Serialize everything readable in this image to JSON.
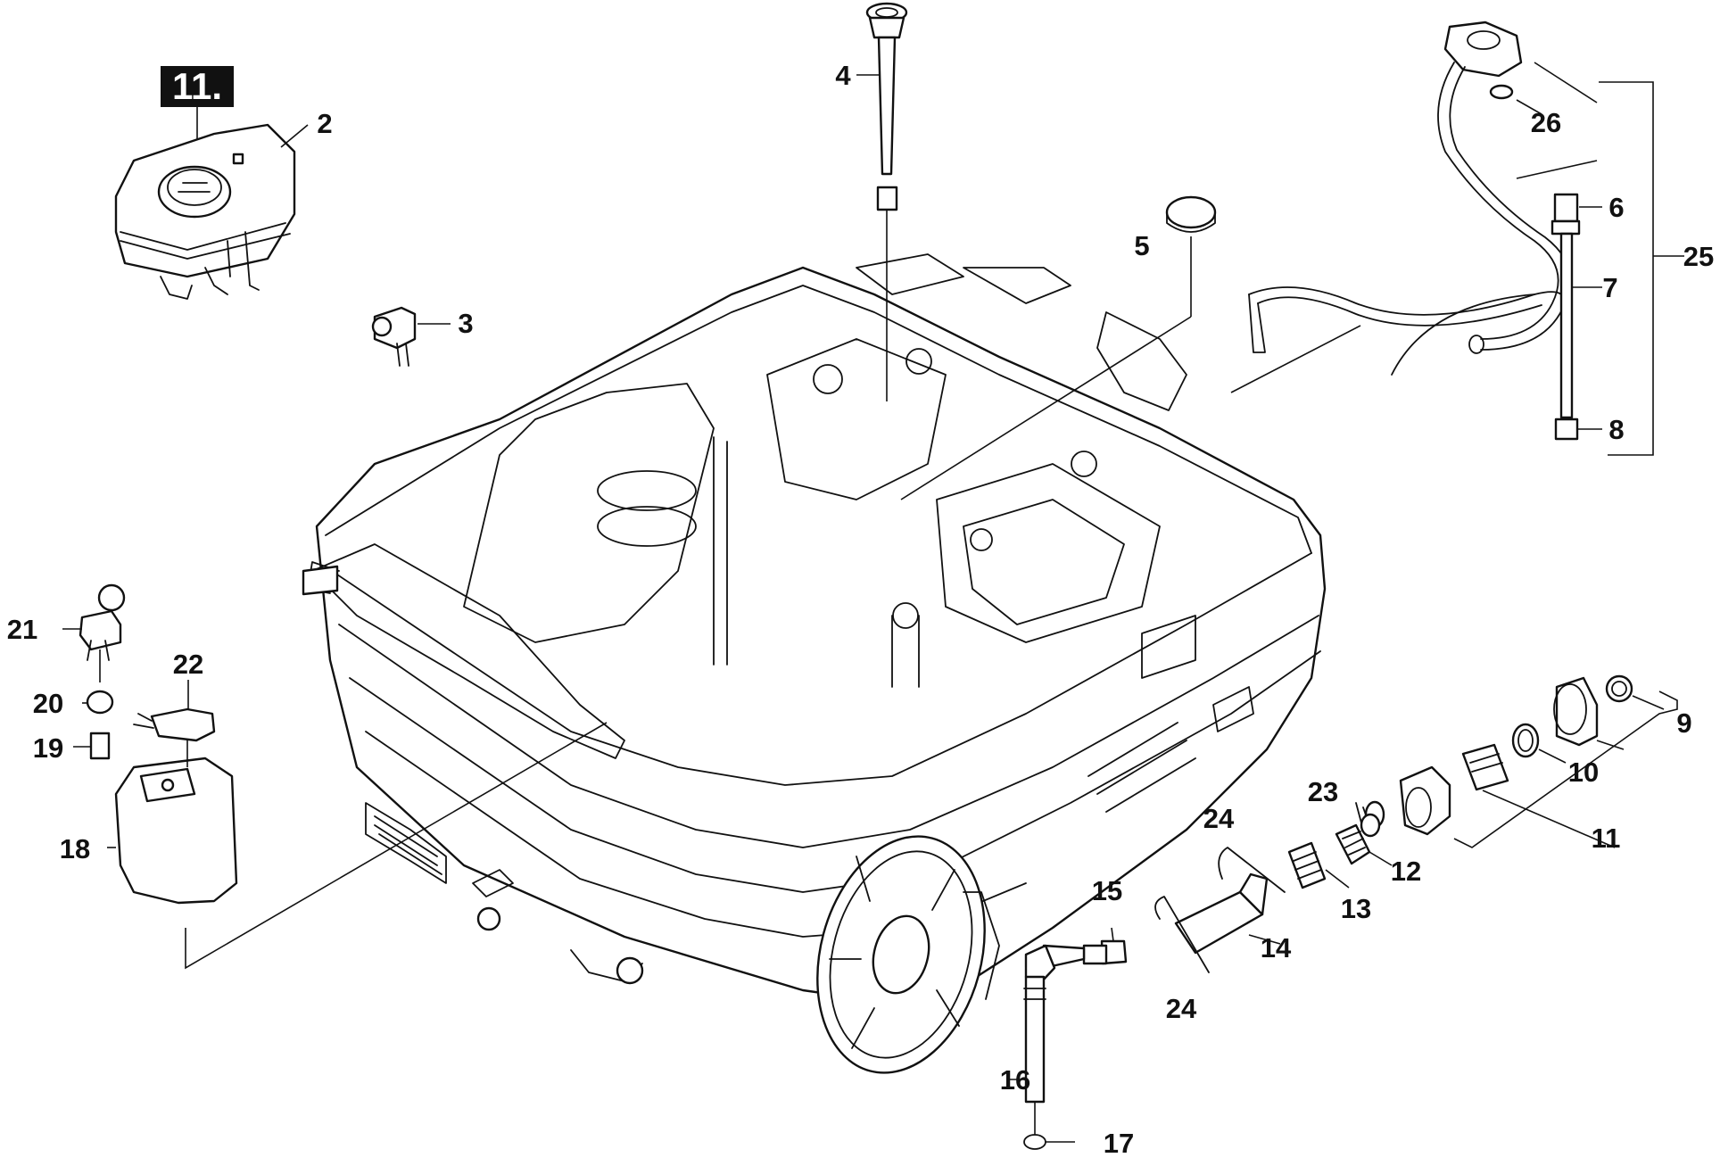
{
  "section_badge": "11.",
  "callouts": [
    {
      "id": "c2",
      "text": "2"
    },
    {
      "id": "c3",
      "text": "3"
    },
    {
      "id": "c4",
      "text": "4"
    },
    {
      "id": "c5",
      "text": "5"
    },
    {
      "id": "c6",
      "text": "6"
    },
    {
      "id": "c7",
      "text": "7"
    },
    {
      "id": "c8",
      "text": "8"
    },
    {
      "id": "c9",
      "text": "9"
    },
    {
      "id": "c10",
      "text": "10"
    },
    {
      "id": "c11",
      "text": "11"
    },
    {
      "id": "c12",
      "text": "12"
    },
    {
      "id": "c13",
      "text": "13"
    },
    {
      "id": "c14",
      "text": "14"
    },
    {
      "id": "c15",
      "text": "15"
    },
    {
      "id": "c16",
      "text": "16"
    },
    {
      "id": "c17",
      "text": "17"
    },
    {
      "id": "c18",
      "text": "18"
    },
    {
      "id": "c19",
      "text": "19"
    },
    {
      "id": "c20",
      "text": "20"
    },
    {
      "id": "c21",
      "text": "21"
    },
    {
      "id": "c22",
      "text": "22"
    },
    {
      "id": "c23",
      "text": "23"
    },
    {
      "id": "c24a",
      "text": "24"
    },
    {
      "id": "c24b",
      "text": "24"
    },
    {
      "id": "c25",
      "text": "25"
    },
    {
      "id": "c26",
      "text": "26"
    }
  ],
  "colors": {
    "line": "#111111",
    "background": "#ffffff",
    "badge": "#111111"
  }
}
